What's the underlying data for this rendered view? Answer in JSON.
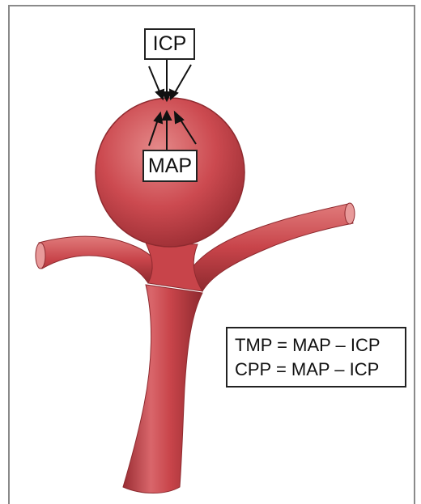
{
  "labels": {
    "icp": "ICP",
    "map": "MAP"
  },
  "formulas": [
    "TMP = MAP – ICP",
    "CPP = MAP – ICP"
  ],
  "colors": {
    "vessel": "#c8444a",
    "vessel_highlight": "#e07b7b",
    "vessel_shadow": "#8e2a2f",
    "frame": "#8a8a8a"
  }
}
